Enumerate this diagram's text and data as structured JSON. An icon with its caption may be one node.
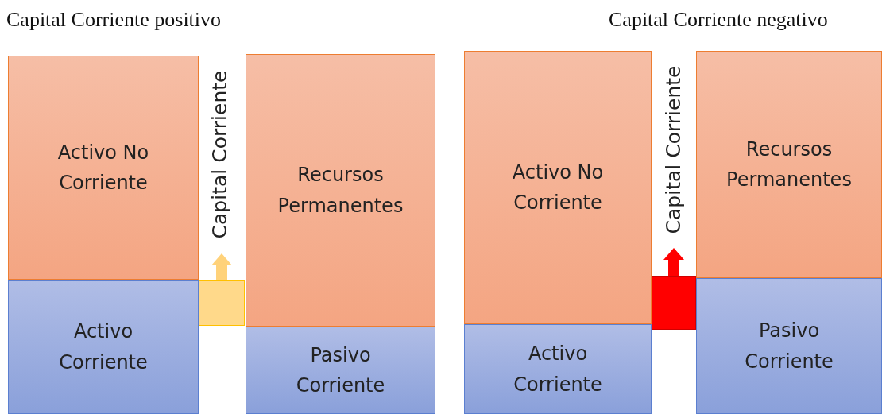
{
  "diagram": {
    "nodes": [
      {
        "text": [
          "Activo No Corriente"
        ]
      },
      {
        "text": [
          "Activo Corriente"
        ]
      },
      {
        "text": [
          "Capital Corriente"
        ]
      },
      {
        "text": [],
        "shape": "box"
      },
      {
        "text": [
          "Recursos Permanentes"
        ]
      },
      {
        "text": [
          "Pasivo Corriente"
        ]
      },
      {
        "text": [
          "Activo No Corriente"
        ]
      },
      {
        "text": [
          "Activo Corriente"
        ]
      },
      {
        "text": [
          "Capital Corriente"
        ]
      },
      {
        "text": [],
        "shape": "box"
      },
      {
        "text": [
          "Recursos Permanentes"
        ]
      },
      {
        "text": [
          "Pasivo Corriente"
        ]
      }
    ],
    "edges": [
      {
        "from": 3,
        "to": 2,
        "arrow": "to",
        "color": "#ffd27a"
      },
      {
        "from": 9,
        "to": 8,
        "arrow": "to",
        "color": "#ff0000"
      }
    ],
    "labels": [
      "Capital Corriente positivo",
      "Capital Corriente negativo"
    ]
  }
}
